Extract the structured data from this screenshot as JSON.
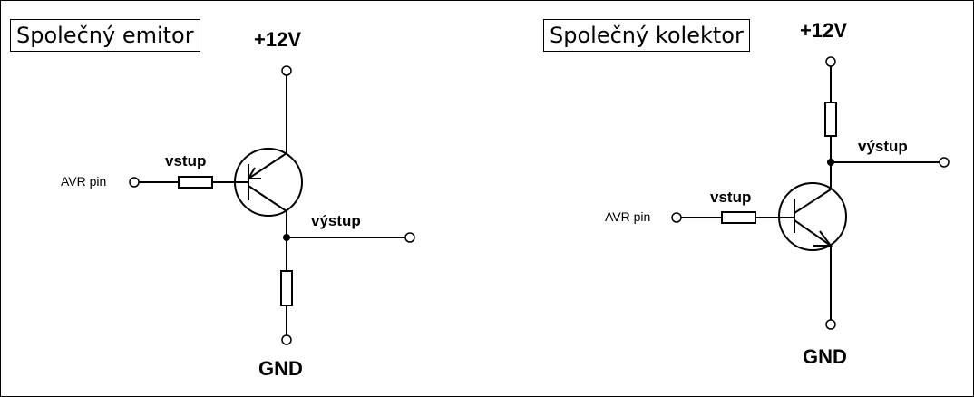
{
  "circuits": {
    "common_emitter": {
      "title": "Společný emitor",
      "supply": "+12V",
      "ground": "GND",
      "input_pin": "AVR pin",
      "input_label": "vstup",
      "output_label": "výstup"
    },
    "common_collector": {
      "title": "Společný kolektor",
      "supply": "+12V",
      "ground": "GND",
      "input_pin": "AVR pin",
      "input_label": "vstup",
      "output_label": "výstup"
    }
  }
}
